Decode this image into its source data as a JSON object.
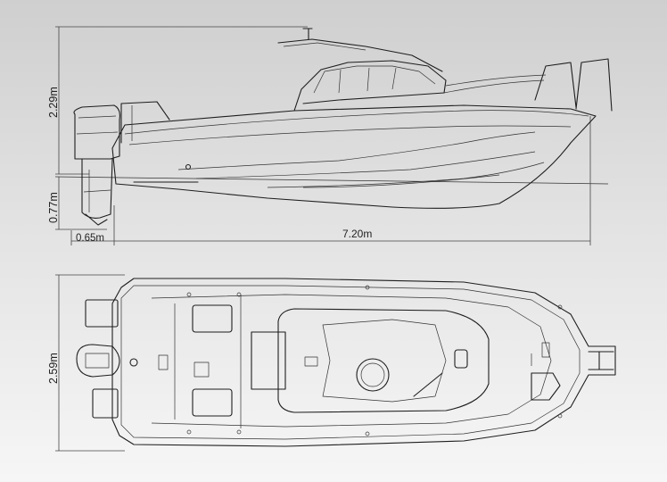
{
  "dimensions": {
    "height_above_waterline": "2.29m",
    "draft": "0.77m",
    "overhang": "0.65m",
    "length": "7.20m",
    "beam": "2.59m"
  },
  "colors": {
    "line": "#1e1e1e",
    "background_top": "#cfcfcf",
    "background_bottom": "#f6f6f6"
  }
}
